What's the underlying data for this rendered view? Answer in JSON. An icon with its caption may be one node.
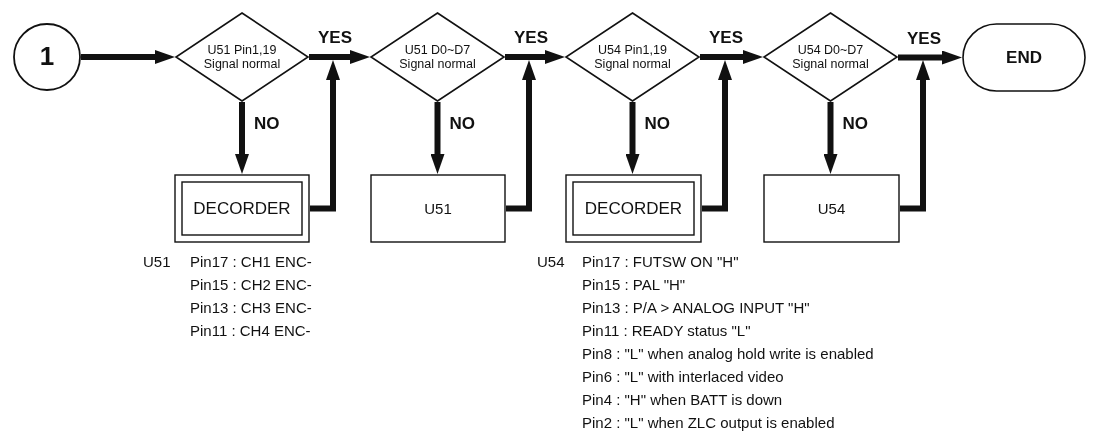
{
  "diagram": {
    "nodes": [
      {
        "text": [
          "1"
        ]
      },
      {
        "text": [
          "U51 Pin1,19 Signal normal"
        ]
      },
      {
        "text": [
          "U51 D0~D7 Signal normal"
        ]
      },
      {
        "text": [
          "U54 Pin1,19 Signal normal"
        ]
      },
      {
        "text": [
          "U54 D0~D7 Signal normal"
        ]
      },
      {
        "text": [
          "END"
        ]
      },
      {
        "text": [
          "DECORDER"
        ]
      },
      {
        "text": [
          "U51"
        ]
      },
      {
        "text": [
          "DECORDER"
        ]
      },
      {
        "text": [
          "U54"
        ]
      }
    ],
    "edges": [
      {
        "from": 0,
        "to": 1,
        "arrow": "to"
      },
      {
        "from": 1,
        "to": 2,
        "arrow": "to",
        "label": "YES"
      },
      {
        "from": 1,
        "to": 6,
        "arrow": "to",
        "label": "NO"
      },
      {
        "from": 6,
        "to": 2,
        "arrow": "to"
      },
      {
        "from": 2,
        "to": 3,
        "arrow": "to",
        "label": "YES"
      },
      {
        "from": 2,
        "to": 7,
        "arrow": "to",
        "label": "NO"
      },
      {
        "from": 7,
        "to": 3,
        "arrow": "to"
      },
      {
        "from": 3,
        "to": 4,
        "arrow": "to",
        "label": "YES"
      },
      {
        "from": 3,
        "to": 8,
        "arrow": "to",
        "label": "NO"
      },
      {
        "from": 8,
        "to": 4,
        "arrow": "to"
      },
      {
        "from": 4,
        "to": 5,
        "arrow": "to",
        "label": "YES"
      },
      {
        "from": 4,
        "to": 9,
        "arrow": "to",
        "label": "NO"
      },
      {
        "from": 9,
        "to": 5,
        "arrow": "to"
      }
    ],
    "labels": [
      "U51",
      "Pin17 : CH1 ENC-",
      "Pin15 : CH2 ENC-",
      "Pin13 : CH3 ENC-",
      "Pin11 : CH4 ENC-",
      "U54",
      "Pin17 : FUTSW ON \"H\"",
      "Pin15 : PAL \"H\"",
      "Pin13 : P/A > ANALOG INPUT \"H\"",
      "Pin11 : READY status \"L\"",
      "Pin8 : \"L\" when analog hold write is enabled",
      "Pin6 : \"L\" with interlaced video",
      "Pin4 : \"H\" when BATT is down",
      "Pin2 : \"L\" when ZLC output is enabled"
    ]
  }
}
